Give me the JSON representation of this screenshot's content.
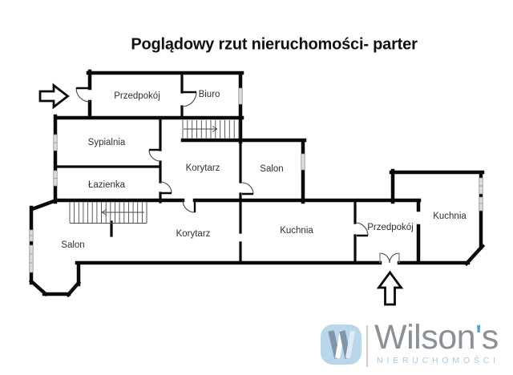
{
  "title": "Poglądowy rzut nieruchomości- parter",
  "rooms": [
    {
      "name": "przedpokoj-top",
      "label": "Przedpokój"
    },
    {
      "name": "biuro",
      "label": "Biuro"
    },
    {
      "name": "sypialnia",
      "label": "Sypialnia"
    },
    {
      "name": "korytarz-upper",
      "label": "Korytarz"
    },
    {
      "name": "salon-upper",
      "label": "Salon"
    },
    {
      "name": "lazienka",
      "label": "Łazienka"
    },
    {
      "name": "korytarz-lower",
      "label": "Korytarz"
    },
    {
      "name": "salon-lower",
      "label": "Salon"
    },
    {
      "name": "kuchnia-middle",
      "label": "Kuchnia"
    },
    {
      "name": "przedpokoj-lower",
      "label": "Przedpokój"
    },
    {
      "name": "kuchnia-right",
      "label": "Kuchnia"
    }
  ],
  "icons": {
    "left_entrance": "entrance-arrow-right-icon",
    "bottom_entrance": "entrance-arrow-up-icon"
  },
  "plan_colors": {
    "wall": "#0a0a0a",
    "window_fill": "#dcdcdc",
    "door_arc": "#444444"
  },
  "logo": {
    "brand_pre": "Wilson",
    "apostrophe": "'",
    "brand_post": "s",
    "subtitle": "NIERUCHOMOŚCI",
    "colors": {
      "brand_gray": "#8c9197",
      "accent_blue": "#4aa3d8",
      "subtitle_blue": "#a9c9e2",
      "icon_bg": "#b9d7ea",
      "icon_stroke": "#8096a7",
      "icon_highlight": "#dcebf5"
    }
  }
}
